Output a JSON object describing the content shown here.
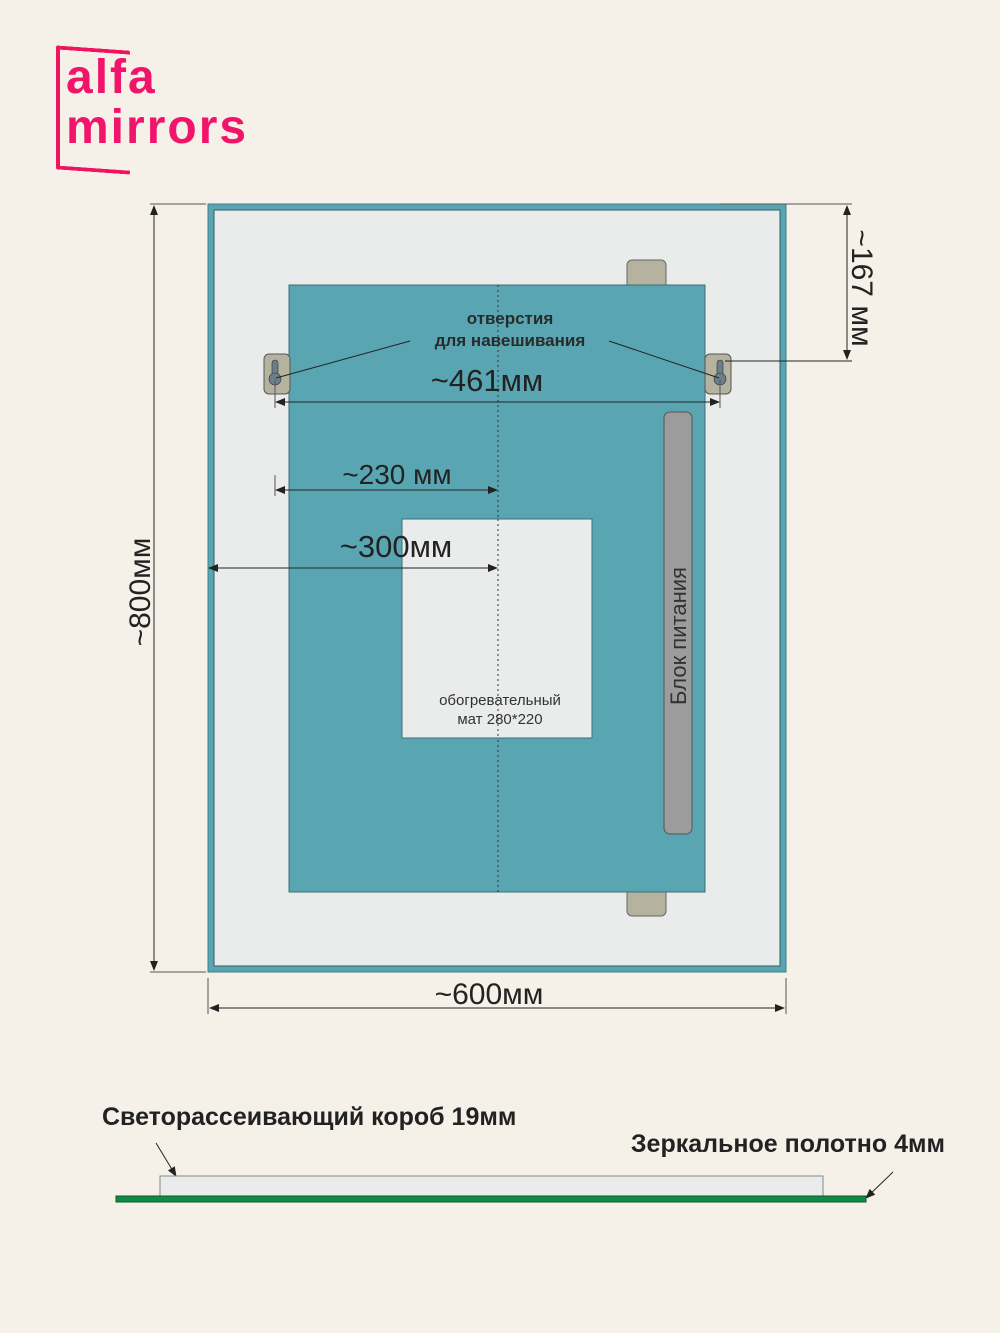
{
  "logo": {
    "line1": "alfa",
    "line2": "mirrors",
    "color": "#f0146a"
  },
  "front_view": {
    "mount_holes_label_line1": "отверстия",
    "mount_holes_label_line2": "для навешивания",
    "dim_holes_spacing": "~461мм",
    "dim_top_offset": "~167 мм",
    "dim_230": "~230 мм",
    "dim_300": "~300мм",
    "dim_height": "~800мм",
    "dim_width": "~600мм",
    "heating_mat_line1": "обогревательный",
    "heating_mat_line2": "мат 280*220",
    "power_unit_label": "Блок питания"
  },
  "side_view": {
    "box_label": "Светорассеивающий короб 19мм",
    "mirror_label": "Зеркальное полотно 4мм"
  },
  "colors": {
    "background": "#f6f1e8",
    "teal": "#59a6b2",
    "panel": "#eaeceb",
    "bracket": "#b5b29f",
    "power_unit": "#9c9c9c",
    "mirror_green": "#118a44"
  }
}
